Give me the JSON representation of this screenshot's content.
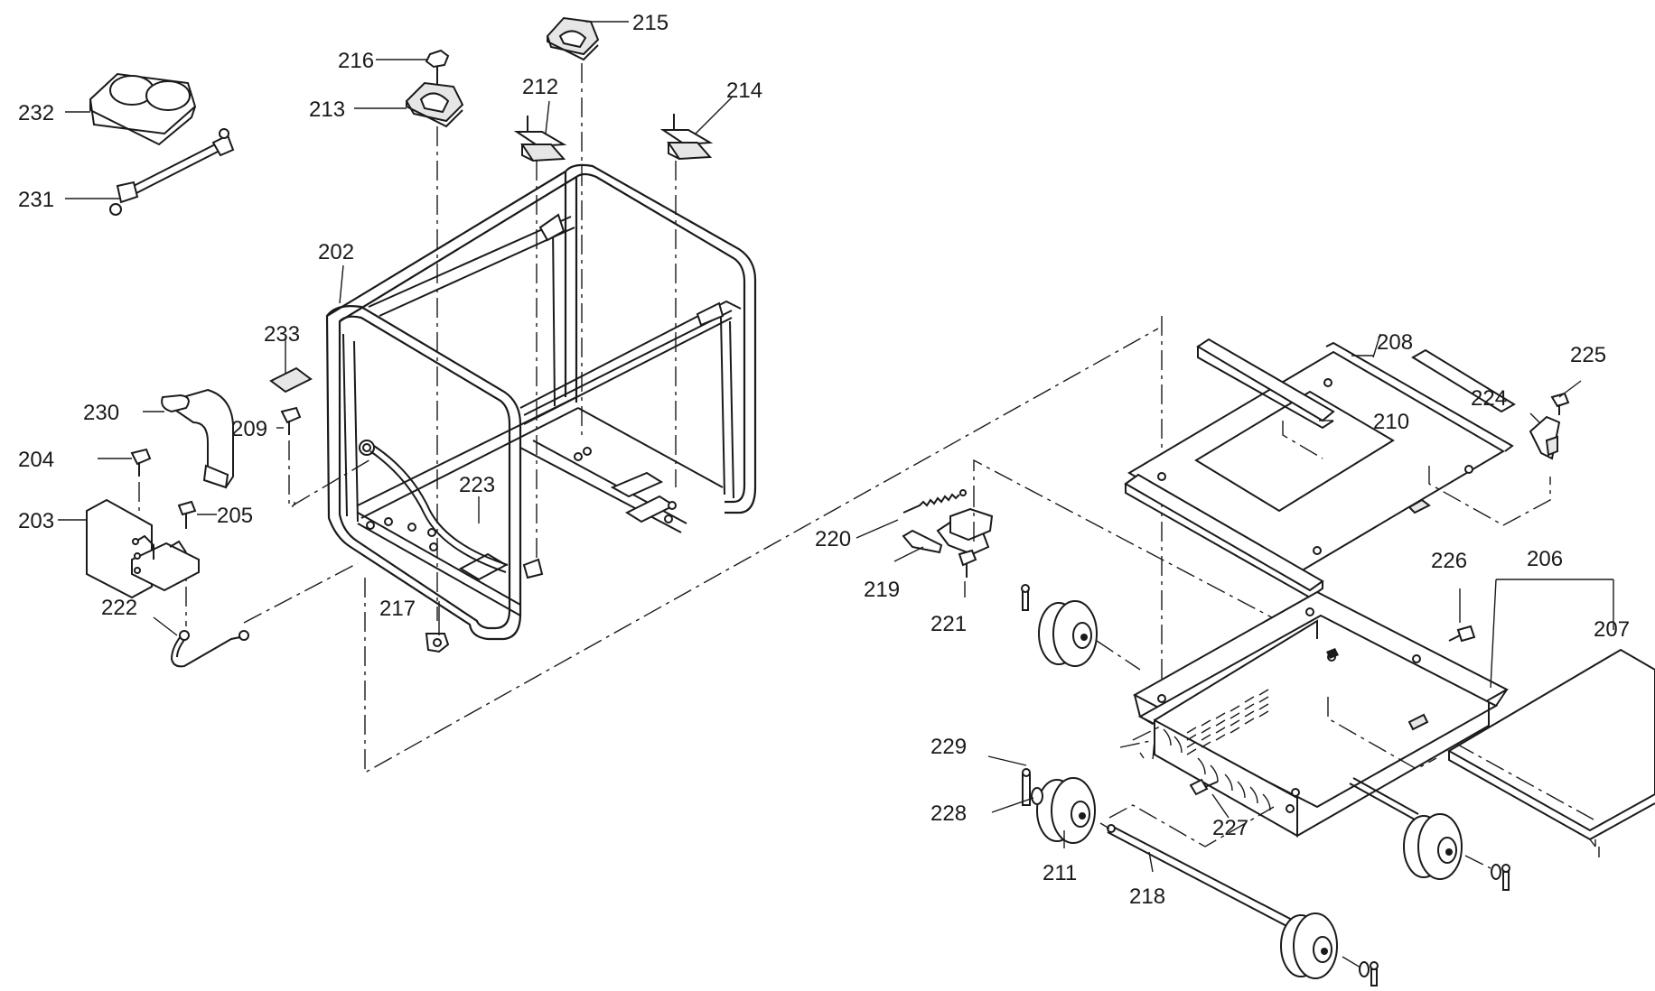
{
  "diagram": {
    "part_numbers": {
      "p202": "202",
      "p203": "203",
      "p204": "204",
      "p205": "205",
      "p206": "206",
      "p207": "207",
      "p208": "208",
      "p209": "209",
      "p210": "210",
      "p211": "211",
      "p212": "212",
      "p213": "213",
      "p214": "214",
      "p215": "215",
      "p216": "216",
      "p217": "217",
      "p218": "218",
      "p219": "219",
      "p220": "220",
      "p221": "221",
      "p222": "222",
      "p223": "223",
      "p224": "224",
      "p225": "225",
      "p226": "226",
      "p227": "227",
      "p228": "228",
      "p229": "229",
      "p230": "230",
      "p231": "231",
      "p232": "232",
      "p233": "233"
    }
  }
}
